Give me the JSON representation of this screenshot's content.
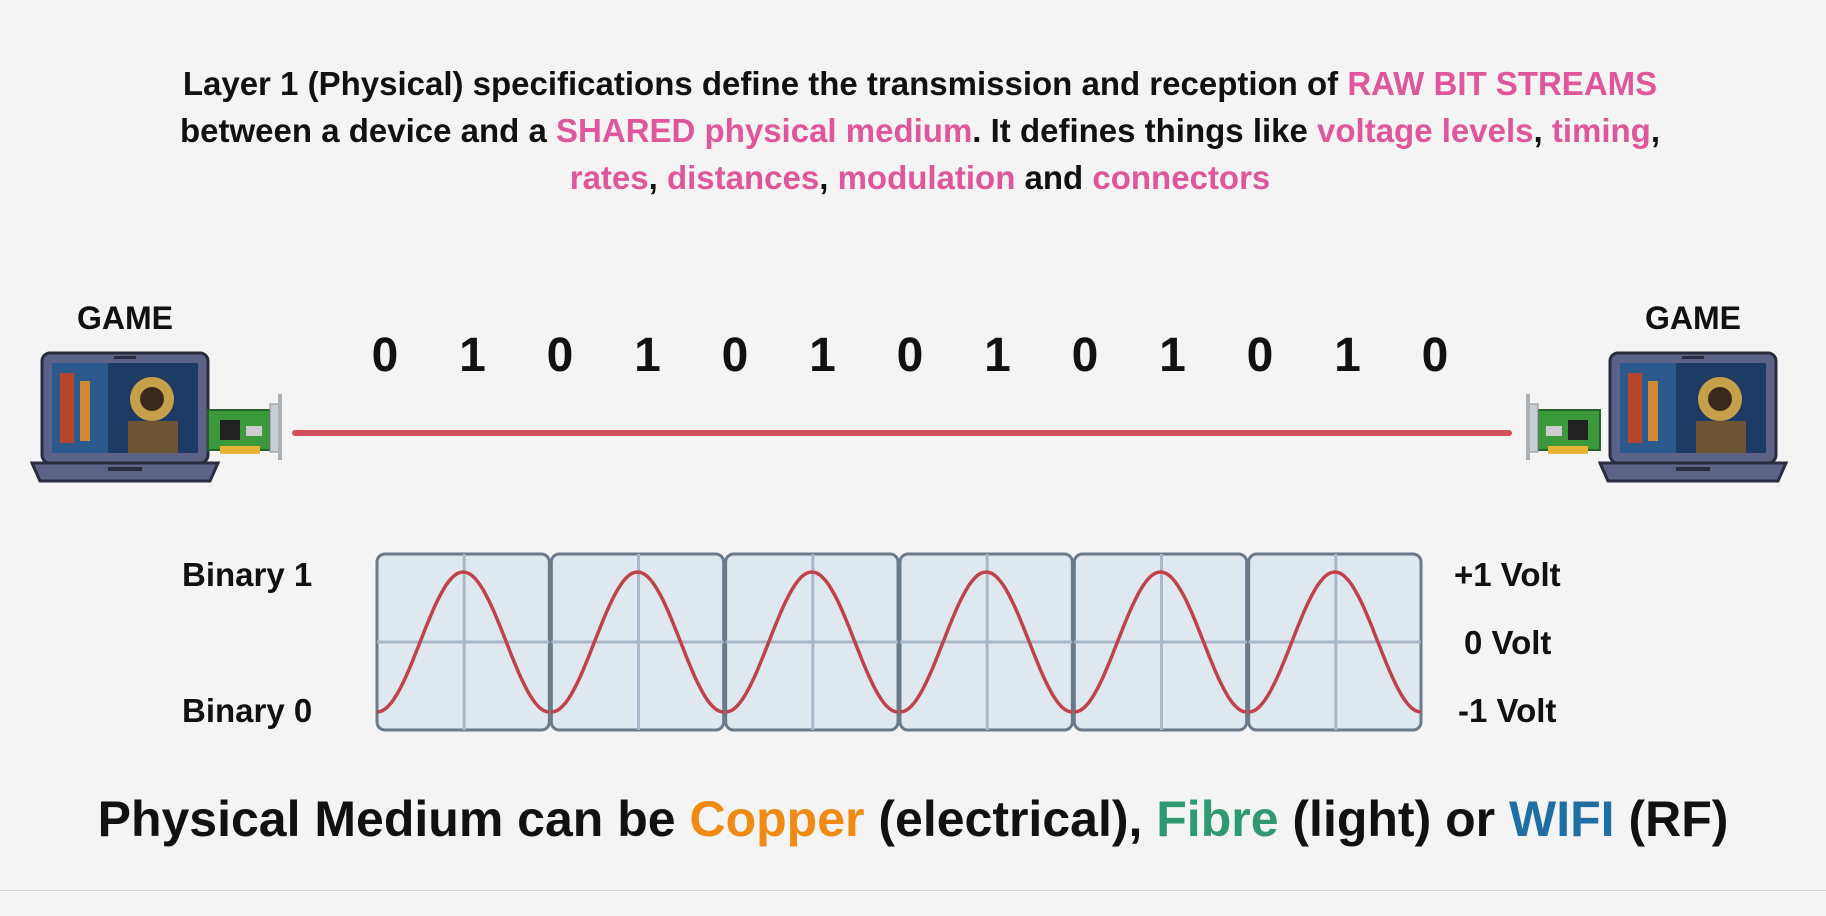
{
  "intro": {
    "p1": "Layer 1 (Physical) specifications define the transmission and reception of ",
    "h1": "RAW BIT STREAMS",
    "p2": " between a device and a ",
    "h2": "SHARED physical medium",
    "p3": ". It defines things like ",
    "h3": "voltage levels",
    "s1": ", ",
    "h4": "timing",
    "s2": ", ",
    "h5": "rates",
    "s3": ", ",
    "h6": "distances",
    "s4": ", ",
    "h7": "modulation",
    "p4": " and ",
    "h8": "connectors"
  },
  "devices": {
    "left_label": "GAME",
    "right_label": "GAME"
  },
  "bits": [
    "0",
    "1",
    "0",
    "1",
    "0",
    "1",
    "0",
    "1",
    "0",
    "1",
    "0",
    "1",
    "0"
  ],
  "signal": {
    "binary_1": "Binary 1",
    "binary_0": "Binary 0",
    "plus_volt": "+1 Volt",
    "zero_volt": "0 Volt",
    "minus_volt": "-1 Volt",
    "cycles": 6
  },
  "medium": {
    "p1": "Physical Medium can be ",
    "copper": "Copper",
    "p2": " (electrical), ",
    "fibre": "Fibre",
    "p3": " (light) or ",
    "wifi": "WIFI",
    "p4": " (RF)"
  },
  "colors": {
    "highlight": "#e0569a",
    "cable": "#d5505f",
    "copper": "#f08a12",
    "fibre": "#2f9a72",
    "wifi": "#1f6fa4",
    "wave": "#c0424d"
  }
}
